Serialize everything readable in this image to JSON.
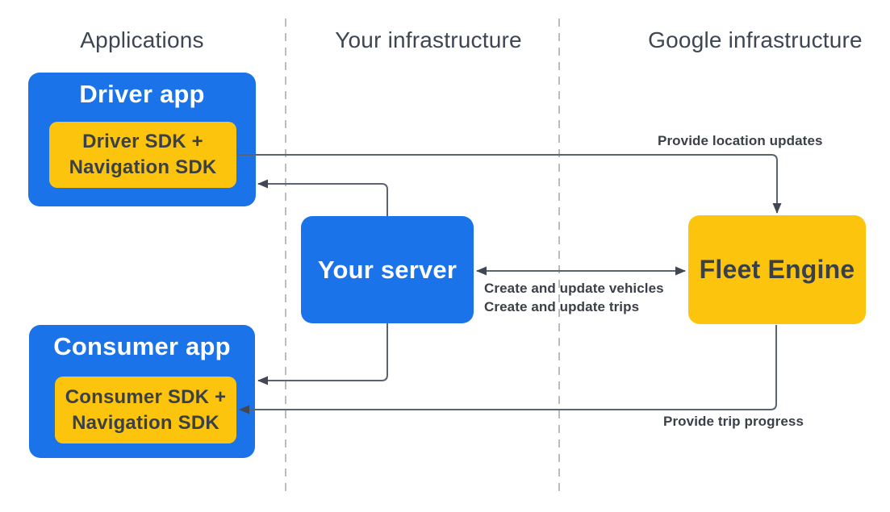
{
  "columns": [
    {
      "label": "Applications"
    },
    {
      "label": "Your infrastructure"
    },
    {
      "label": "Google infrastructure"
    }
  ],
  "nodes": {
    "driver_app": {
      "label": "Driver app",
      "sdk_line1": "Driver SDK +",
      "sdk_line2": "Navigation SDK"
    },
    "your_server": {
      "label": "Your server"
    },
    "consumer_app": {
      "label": "Consumer app",
      "sdk_line1": "Consumer SDK +",
      "sdk_line2": "Navigation SDK"
    },
    "fleet_engine": {
      "label": "Fleet Engine"
    }
  },
  "edges": {
    "location_updates": {
      "label": "Provide location updates"
    },
    "server_fleet": {
      "label_line1": "Create and update vehicles",
      "label_line2": "Create and update trips"
    },
    "trip_progress": {
      "label": "Provide trip progress"
    }
  },
  "colors": {
    "blue": "#1a73e8",
    "yellow": "#fcc40d",
    "header_text": "#3e4653",
    "box_dark_text": "#3a4048",
    "edge_text": "#3b4048",
    "wire": "#5b6270",
    "arrowhead": "#414853",
    "divider": "#a3a7ac"
  }
}
